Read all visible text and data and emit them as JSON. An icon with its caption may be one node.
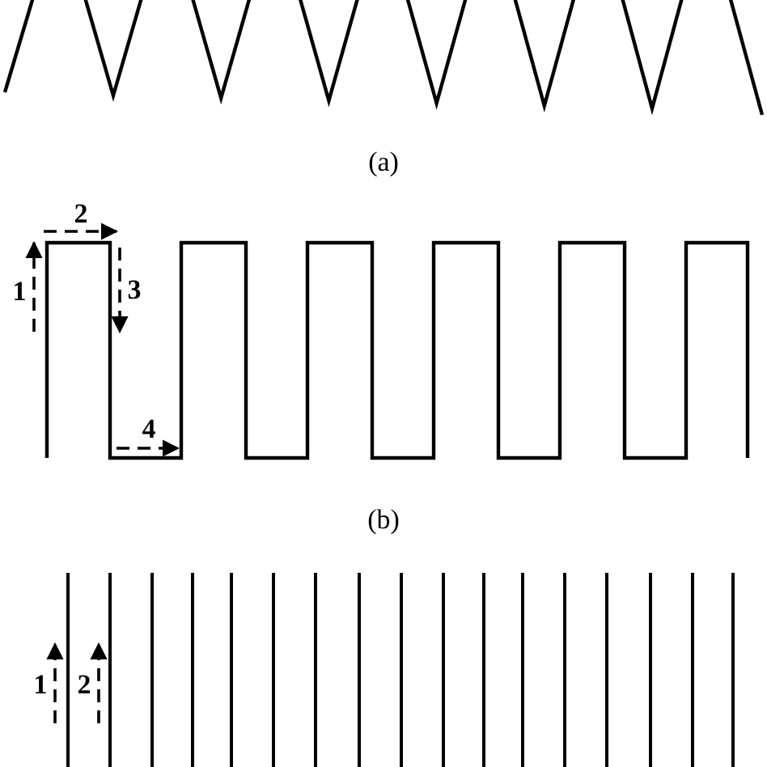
{
  "diagram": {
    "labels": [
      "(a)",
      "2",
      "1",
      "3",
      "4",
      "(b)",
      "1",
      "2"
    ]
  }
}
